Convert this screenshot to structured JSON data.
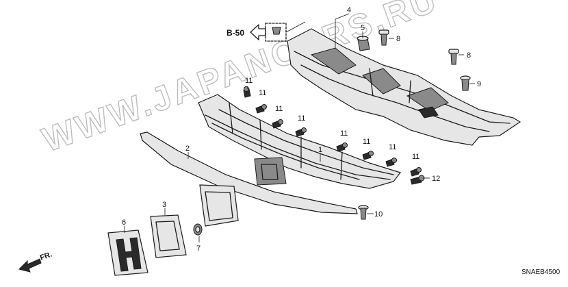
{
  "diagram": {
    "watermark": "WWW.JAPANCARS.RU",
    "code": "SNAEB4500",
    "ref_label": "B-50",
    "front_label": "FR.",
    "callouts": {
      "c1": "1",
      "c2": "2",
      "c3": "3",
      "c4": "4",
      "c5": "5",
      "c6": "6",
      "c7": "7",
      "c8a": "8",
      "c8b": "8",
      "c9": "9",
      "c10": "10",
      "c11a": "11",
      "c11b": "11",
      "c11c": "11",
      "c11d": "11",
      "c11e": "11",
      "c11f": "11",
      "c11g": "11",
      "c11h": "11",
      "c12": "12"
    }
  },
  "colors": {
    "line": "#1a1a1a",
    "watermark": "#bdbdbd",
    "background": "#ffffff"
  }
}
